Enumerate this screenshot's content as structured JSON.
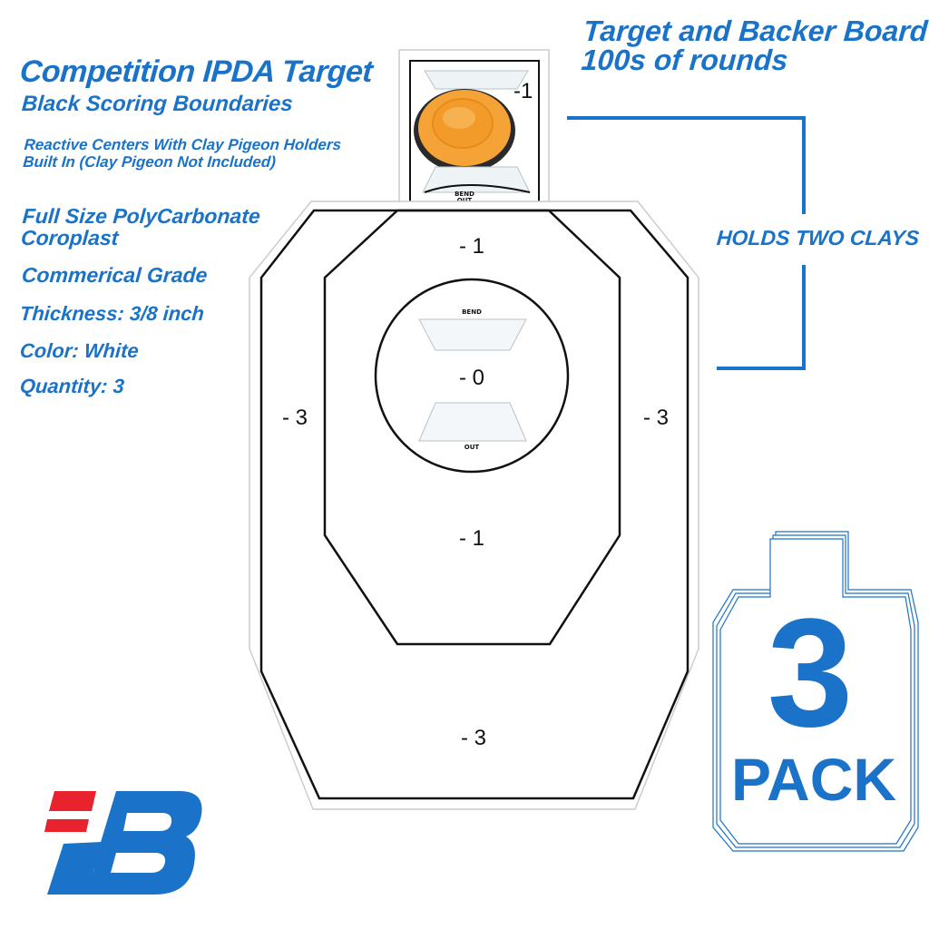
{
  "headings": {
    "title": "Competition IPDA Target",
    "subtitle": "Black Scoring Boundaries",
    "reactive_line1": "Reactive Centers With Clay Pigeon Holders",
    "reactive_line2": "Built In (Clay Pigeon Not Included)",
    "fullsize_line1": "Full Size PolyCarbonate",
    "fullsize_line2": "Coroplast",
    "commercial": "Commerical Grade",
    "thickness": "Thickness: 3/8 inch",
    "color": "Color: White",
    "quantity": "Quantity: 3"
  },
  "callouts": {
    "backer_line1": "Target and Backer Board",
    "backer_line2": "100s of rounds",
    "holds": "HOLDS TWO CLAYS"
  },
  "target": {
    "head_score": "-1",
    "upper_score": "- 1",
    "center_score": "- 0",
    "left_score": "- 3",
    "right_score": "- 3",
    "lower_inner_score": "- 1",
    "bottom_score": "- 3",
    "bend_label": "BEND",
    "out_label": "OUT"
  },
  "pack": {
    "number": "3",
    "label": "PACK"
  },
  "logo": {
    "letter": "B"
  },
  "colors": {
    "brand_blue": "#1a73c8",
    "brand_red": "#e8232e",
    "clay_orange": "#f5a236"
  }
}
